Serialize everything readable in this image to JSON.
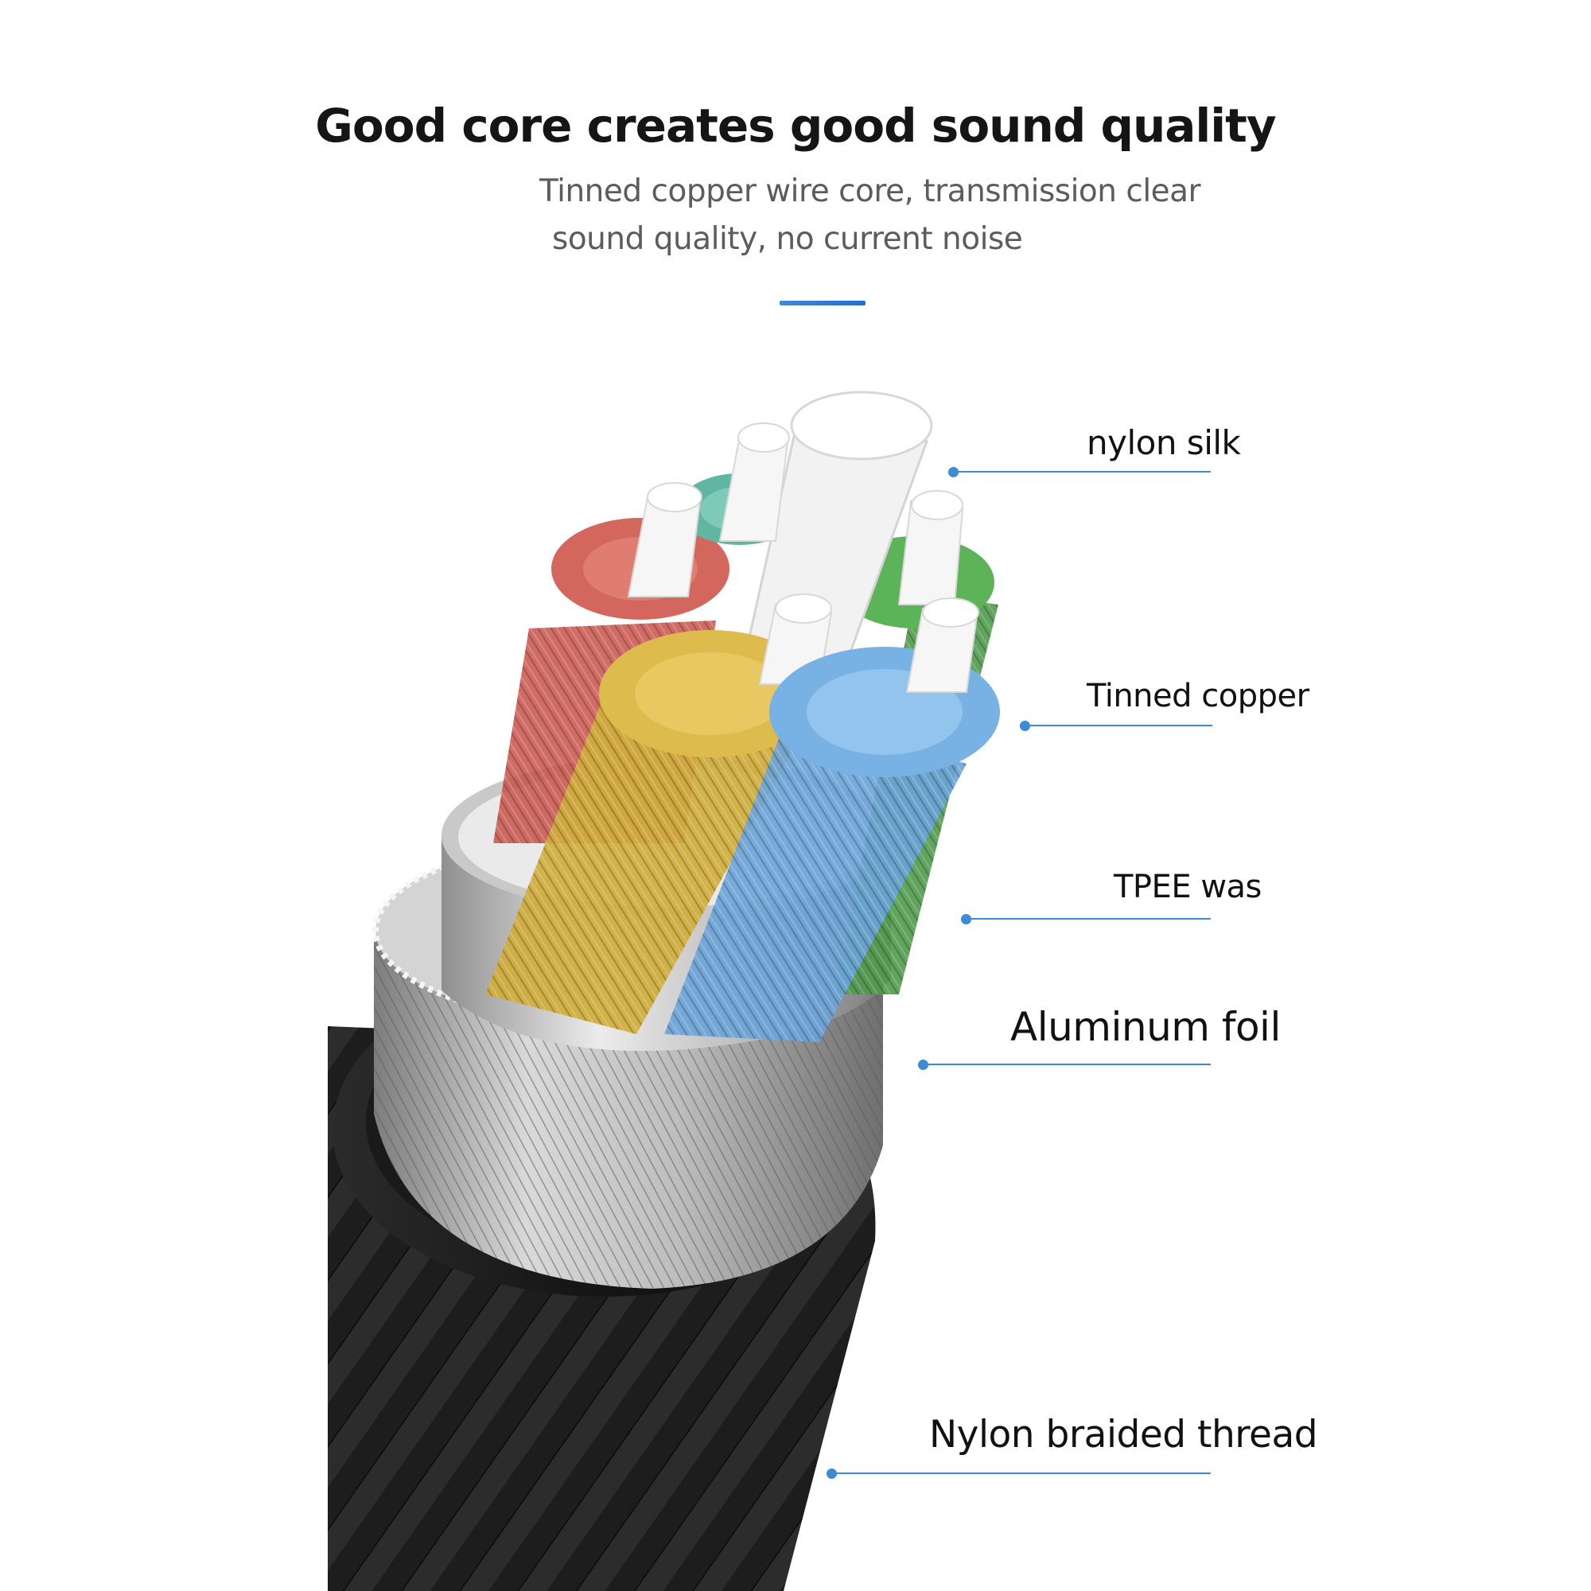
{
  "header": {
    "title": "Good core creates good sound quality",
    "subtitle_line1": "Tinned copper wire core, transmission clear",
    "subtitle_line2": "sound quality, no current noise",
    "accent_color": "#2f7fd6"
  },
  "callouts": [
    {
      "label": "nylon silk"
    },
    {
      "label": "Tinned copper"
    },
    {
      "label": "TPEE was"
    },
    {
      "label": "Aluminum foil"
    },
    {
      "label": "Nylon braided thread"
    }
  ],
  "cable": {
    "conductor_colors": [
      "#c9524a",
      "#5fb7a3",
      "#d0ad3c",
      "#4f9a4b",
      "#6aa3d8"
    ],
    "core_color": "#f2f2f2",
    "shield_color": "#c8c8c8",
    "jacket_color": "#1c1c1c"
  }
}
